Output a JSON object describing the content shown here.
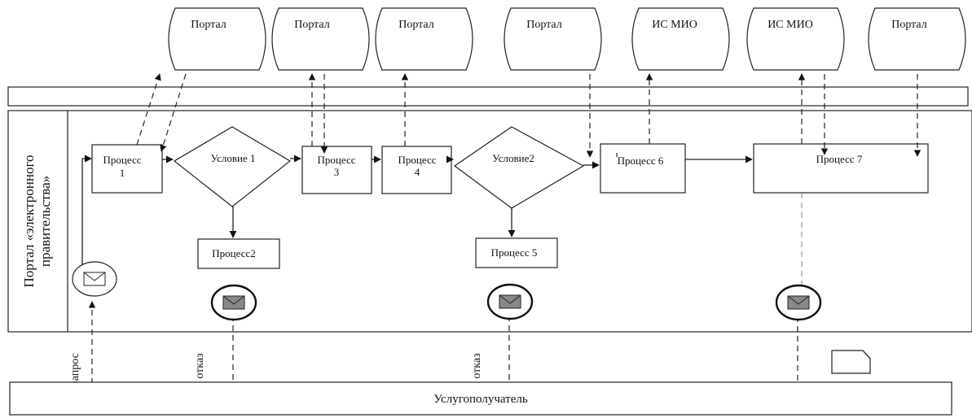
{
  "lane": {
    "title_line1": "Портал «электронного",
    "title_line2": "правительства»"
  },
  "systems": [
    {
      "label": "Портал"
    },
    {
      "label": "Портал"
    },
    {
      "label": "Портал"
    },
    {
      "label": "Портал"
    },
    {
      "label": "ИС МИО"
    },
    {
      "label": "ИС МИО"
    },
    {
      "label": "Портал"
    }
  ],
  "processes": {
    "p1": {
      "line1": "Процесс",
      "line2": "1"
    },
    "p2": {
      "line1": "Процесс2"
    },
    "p3": {
      "line1": "Процесс",
      "line2": "3"
    },
    "p4": {
      "line1": "Процесс",
      "line2": "4"
    },
    "p5": {
      "line1": "Процесс 5"
    },
    "p6": {
      "line1": "Процесс 6"
    },
    "p7": {
      "line1": "Процесс 7"
    }
  },
  "conditions": {
    "c1": "Условие 1",
    "c2": "Условие2"
  },
  "messages": {
    "request": "запрос",
    "refusal1": "отказ",
    "refusal2": "отказ"
  },
  "recipient": {
    "label": "Услугополучатель"
  },
  "icons": [
    "envelope-icon",
    "document-icon"
  ]
}
